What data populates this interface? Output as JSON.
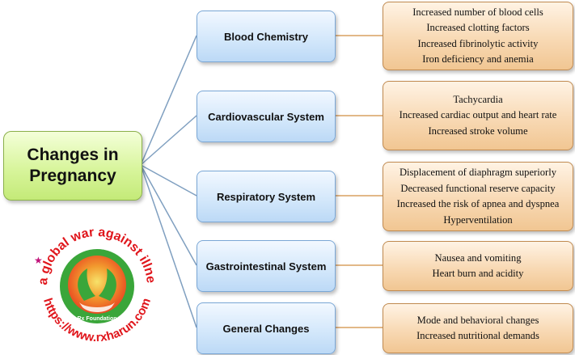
{
  "root": {
    "line1": "Changes in",
    "line2": "Pregnancy"
  },
  "categories": [
    {
      "label": "Blood Chemistry",
      "details": [
        "Increased number of blood cells",
        "Increased clotting factors",
        "Increased fibrinolytic activity",
        "Iron deficiency and anemia"
      ]
    },
    {
      "label": "Cardiovascular System",
      "details": [
        "Tachycardia",
        "Increased cardiac output and heart rate",
        "Increased stroke volume"
      ]
    },
    {
      "label": "Respiratory System",
      "details": [
        "Displacement of diaphragm superiorly",
        "Decreased functional reserve capacity",
        "Increased the risk of apnea and dyspnea",
        "Hyperventilation"
      ]
    },
    {
      "label": "Gastrointestinal System",
      "details": [
        "Nausea and vomiting",
        "Heart burn and acidity"
      ]
    },
    {
      "label": "General Changes",
      "details": [
        "Mode and behavioral changes",
        "Increased nutritional demands"
      ]
    }
  ],
  "logo": {
    "top_text": "\"...a global war against illness!",
    "bottom_text": "https://www.rxharun.com",
    "center_text": "Rx Foundation"
  },
  "colors": {
    "root_fill": "#d8f59c",
    "category_fill": "#d4e8fb",
    "detail_fill": "#f8d9b4",
    "connector_root": "#7f9fc0",
    "connector_detail": "#d9a060",
    "logo_red": "#e0161c",
    "logo_green": "#3aa63a"
  }
}
